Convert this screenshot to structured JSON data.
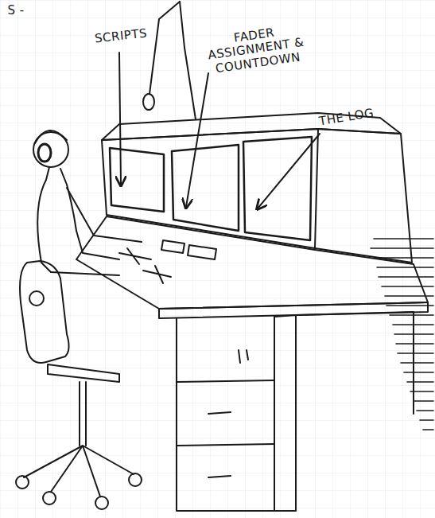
{
  "diagram": {
    "labels": [
      "S -",
      "SCRIPTS",
      "FADER ASSIGNMENT & COUNTDOWN",
      "THE LOG"
    ]
  }
}
